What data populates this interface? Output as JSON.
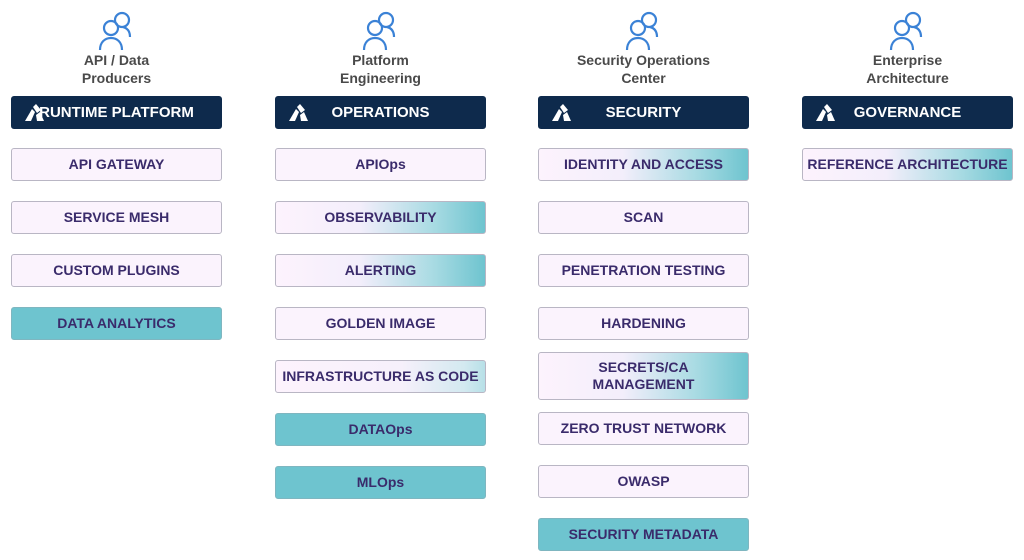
{
  "columns": [
    {
      "title": "API / Data\nProducers",
      "header": "RUNTIME PLATFORM",
      "items": [
        {
          "label": "API GATEWAY",
          "style": "light"
        },
        {
          "label": "SERVICE MESH",
          "style": "light"
        },
        {
          "label": "CUSTOM PLUGINS",
          "style": "light"
        },
        {
          "label": "DATA ANALYTICS",
          "style": "teal"
        }
      ]
    },
    {
      "title": "Platform\nEngineering",
      "header": "OPERATIONS",
      "items": [
        {
          "label": "APIOps",
          "style": "light"
        },
        {
          "label": "OBSERVABILITY",
          "style": "grad"
        },
        {
          "label": "ALERTING",
          "style": "grad"
        },
        {
          "label": "GOLDEN IMAGE",
          "style": "light"
        },
        {
          "label": "INFRASTRUCTURE AS CODE",
          "style": "gradlight"
        },
        {
          "label": "DATAOps",
          "style": "teal"
        },
        {
          "label": "MLOps",
          "style": "teal"
        }
      ]
    },
    {
      "title": "Security Operations\nCenter",
      "header": "SECURITY",
      "items": [
        {
          "label": "IDENTITY AND ACCESS",
          "style": "grad"
        },
        {
          "label": "SCAN",
          "style": "light"
        },
        {
          "label": "PENETRATION TESTING",
          "style": "light"
        },
        {
          "label": "HARDENING",
          "style": "light"
        },
        {
          "label": "SECRETS/CA\nMANAGEMENT",
          "style": "grad tall"
        },
        {
          "label": "ZERO TRUST NETWORK",
          "style": "light"
        },
        {
          "label": "OWASP",
          "style": "light"
        },
        {
          "label": "SECURITY METADATA",
          "style": "teal"
        }
      ]
    },
    {
      "title": "Enterprise\nArchitecture",
      "header": "GOVERNANCE",
      "items": [
        {
          "label": "REFERENCE ARCHITECTURE",
          "style": "grad"
        }
      ]
    }
  ],
  "colors": {
    "header_bg": "#0e2a4c",
    "teal": "#6ec4cf",
    "light": "#fbf3fd",
    "text": "#3a2b6b",
    "icon": "#3b82d6"
  }
}
